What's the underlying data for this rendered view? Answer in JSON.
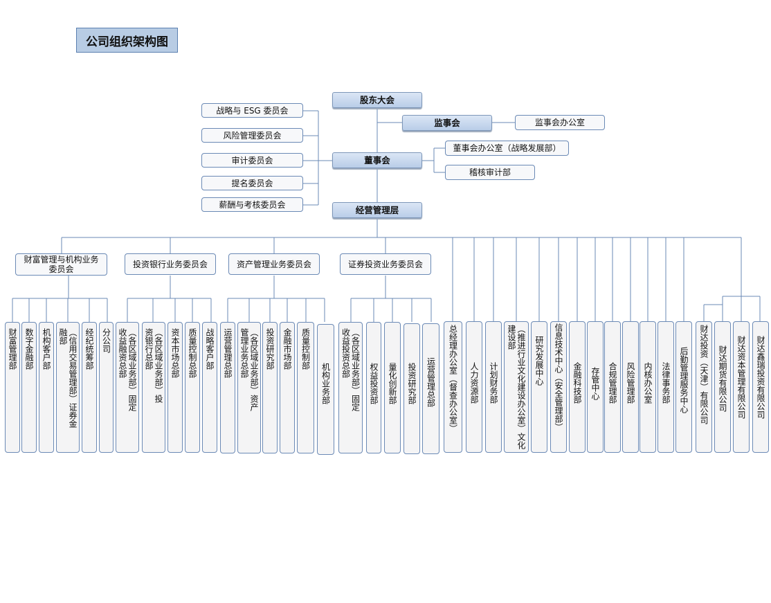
{
  "title": "公司组织架构图",
  "top": {
    "gudong": "股东大会",
    "jianshi": "监事会",
    "jianshi_office": "监事会办公室",
    "dongshi": "董事会",
    "dongshi_office": "董事会办公室（战略发展部）",
    "jihe": "稽核审计部",
    "jingying": "经营管理层"
  },
  "committees": [
    "战略与 ESG 委员会",
    "风险管理委员会",
    "审计委员会",
    "提名委员会",
    "薪酬与考核委员会"
  ],
  "groups": [
    {
      "label": "财富管理与机构业务委员会",
      "depts": [
        "财富管理部",
        "数字金融部",
        "机构客户部",
        "（信用交易管理部）证券金融部",
        "经纪统筹部",
        "分公司"
      ]
    },
    {
      "label": "投资银行业务委员会",
      "depts": [
        "（各区域业务部）固定收益融资总部",
        "（各区域业务部）投资银行总部",
        "资本市场总部",
        "质量控制总部",
        "战略客户部"
      ]
    },
    {
      "label": "资产管理业务委员会",
      "depts": [
        "运营管理总部",
        "（各区域业务部）资产管理业务总部",
        "投资研究部",
        "金融市场部",
        "质量控制部",
        "机构业务部"
      ]
    },
    {
      "label": "证券投资业务委员会",
      "depts": [
        "（各区域业务部）固定收益投资总部",
        "权益投资部",
        "量化创新部",
        "投资研究部",
        "运营管理总部"
      ]
    }
  ],
  "direct_depts": [
    "总经理办公室（督查办公室）",
    "人力资源部",
    "计划财务部",
    "（推进行业文化建设办公室）文化建设部",
    "研究发展中心",
    "信息技术中心（安全管理部）",
    "金融科技部",
    "存管中心",
    "合规管理部",
    "风险管理部",
    "内核办公室",
    "法律事务部",
    "后勤管理服务中心"
  ],
  "subsidiaries": [
    "财达投资（天津）有限公司",
    "财达期货有限公司",
    "财达资本管理有限公司",
    "财达鑫瑞投资有限公司"
  ],
  "colors": {
    "line": "#6a89b5",
    "key_fill": "#b9cde8",
    "title_fill": "#b8cce4"
  }
}
